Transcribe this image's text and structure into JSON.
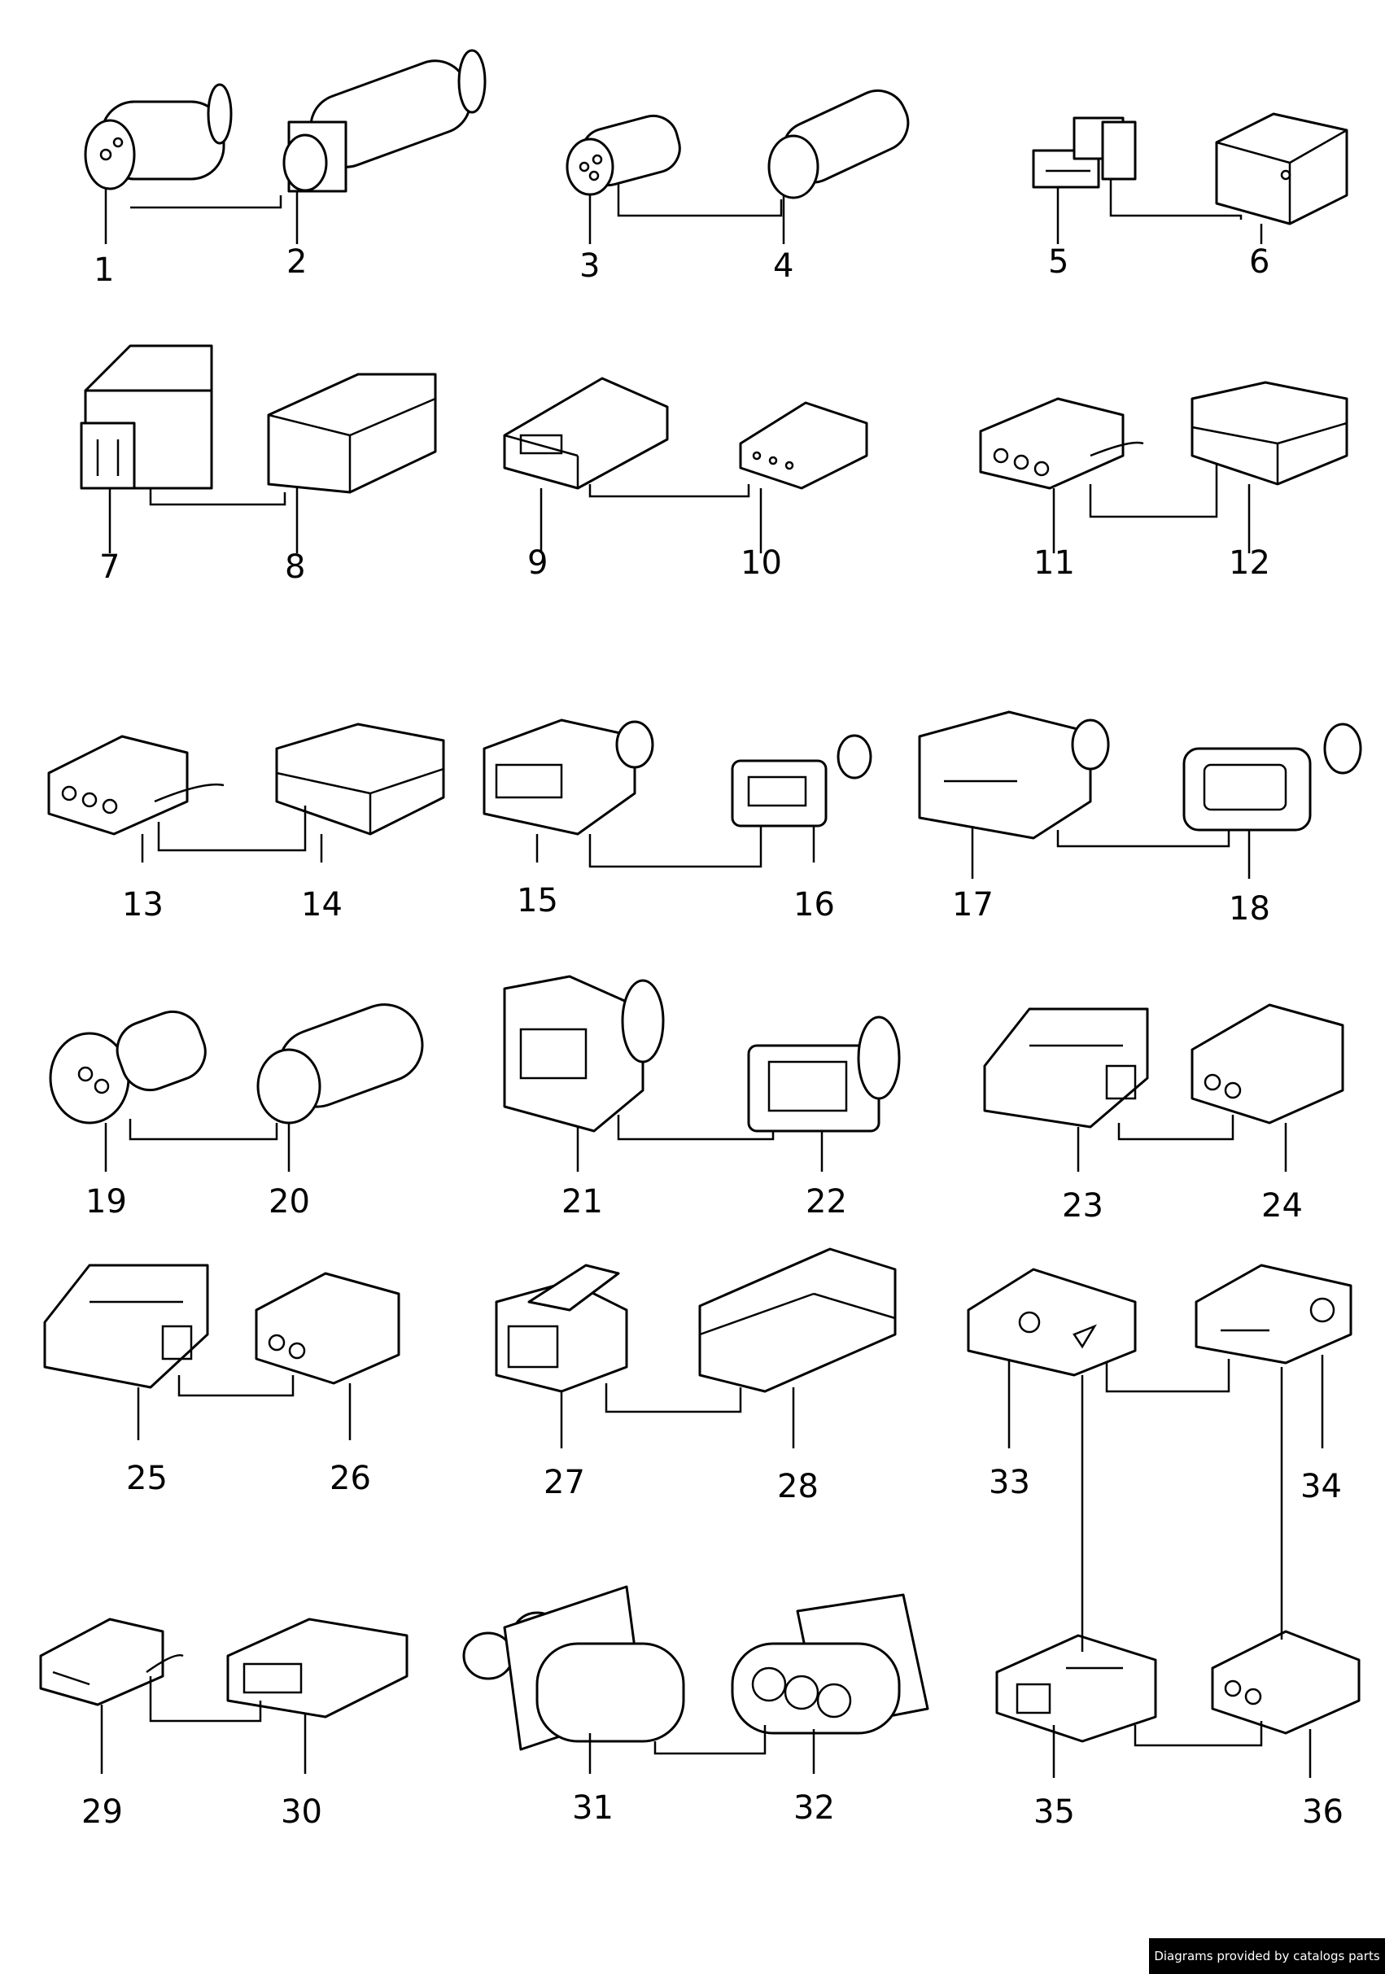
{
  "parts": [
    "1",
    "2",
    "3",
    "4",
    "5",
    "6",
    "7",
    "8",
    "9",
    "10",
    "11",
    "12",
    "13",
    "14",
    "15",
    "16",
    "17",
    "18",
    "19",
    "20",
    "21",
    "22",
    "23",
    "24",
    "25",
    "26",
    "27",
    "28",
    "29",
    "30",
    "31",
    "32",
    "33",
    "34",
    "35",
    "36"
  ],
  "footer": {
    "credit": "Diagrams provided by catalogs parts"
  }
}
